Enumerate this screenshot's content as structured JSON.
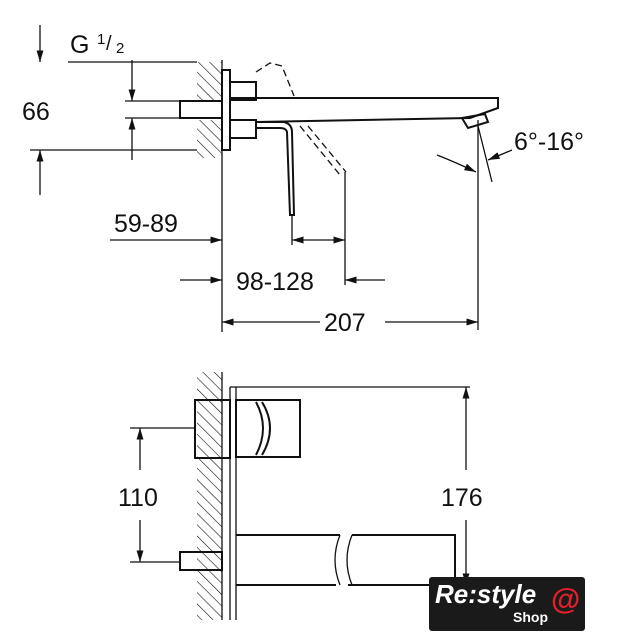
{
  "top_view": {
    "thread_label": "G",
    "thread_num": "1",
    "thread_den": "2",
    "dim_height": "66",
    "dim_wall_depth": "59-89",
    "dim_handle": "98-128",
    "dim_projection": "207",
    "dim_angle": "6°-16°"
  },
  "front_view": {
    "dim_center": "110",
    "dim_plate_height": "176"
  },
  "logo": {
    "main": "Re:style",
    "sub": "Shop",
    "mark": "@"
  }
}
